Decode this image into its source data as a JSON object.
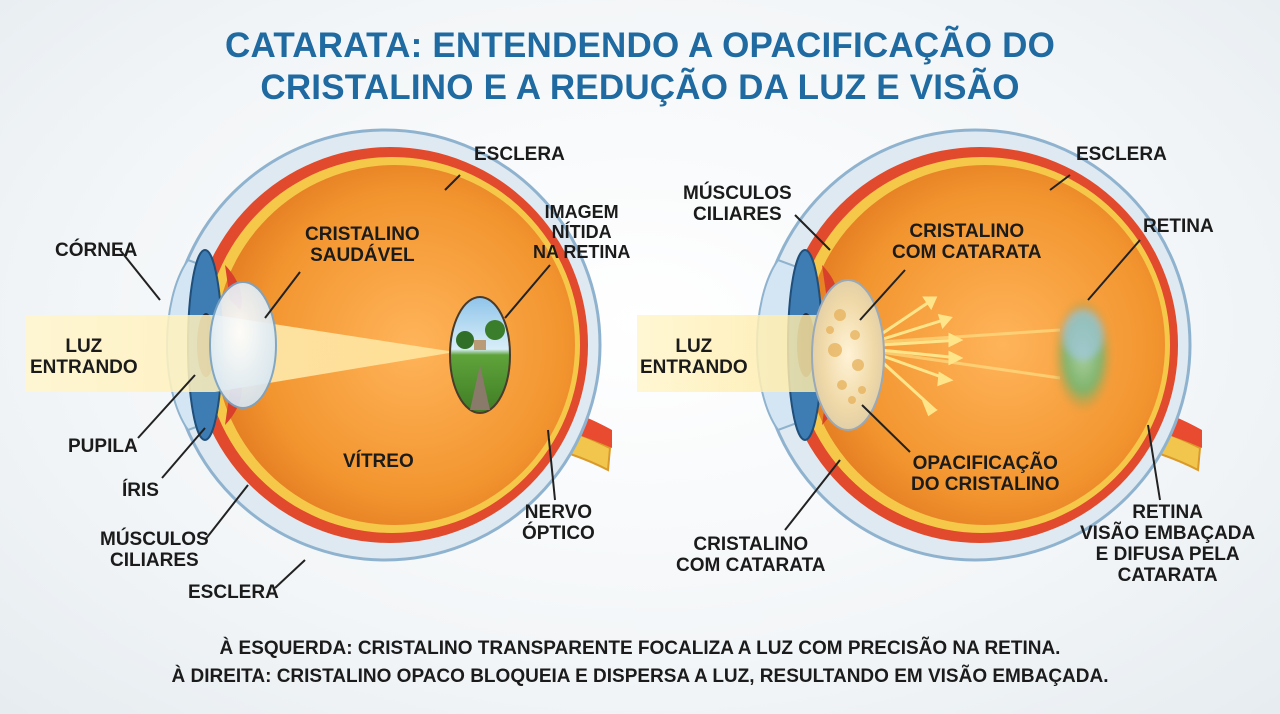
{
  "title": {
    "line1": "CATARATA: ENTENDENDO A OPACIFICAÇÃO DO",
    "line2": "CRISTALINO E A REDUÇÃO DA LUZ E VISÃO"
  },
  "left_eye": {
    "esclera_top": "ESCLERA",
    "cornea": "CÓRNEA",
    "cristalino_saudavel": "CRISTALINO\nSAUDÁVEL",
    "imagem_nitida": "IMAGEM\nNÍTIDA\nNA RETINA",
    "luz_entrando": "LUZ\nENTRANDO",
    "pupila": "PUPILA",
    "iris": "ÍRIS",
    "musculos_ciliares": "MÚSCULOS\nCILIARES",
    "esclera_bottom": "ESCLERA",
    "vitreo": "VÍTREO",
    "nervo_optico": "NERVO\nÓPTICO"
  },
  "right_eye": {
    "esclera_top": "ESCLERA",
    "musculos_ciliares": "MÚSCULOS\nCILIARES",
    "cristalino_catarata": "CRISTALINO\nCOM CATARATA",
    "retina": "RETINA",
    "luz_entrando": "LUZ\nENTRANDO",
    "opacificacao": "OPACIFICAÇÃO\nDO CRISTALINO",
    "cristalino_catarata_bottom": "CRISTALINO\nCOM CATARATA",
    "retina_visao": "RETINA\nVISÃO EMBAÇADA\nE DIFUSA PELA\nCATARATA"
  },
  "caption": {
    "line1": "À ESQUERDA: CRISTALINO TRANSPARENTE FOCALIZA A LUZ COM PRECISÃO NA RETINA.",
    "line2": "À DIREITA: CRISTALINO OPACO BLOQUEIA E DISPERSA A LUZ, RESULTANDO EM VISÃO EMBAÇADA."
  },
  "colors": {
    "title": "#1f6aa0",
    "eye_interior": "#f29a3a",
    "sclera": "#dfe9f1",
    "iris": "#3d7db4",
    "light_beam": "#fff2b8",
    "optic_nerve": "#f2c64c"
  }
}
